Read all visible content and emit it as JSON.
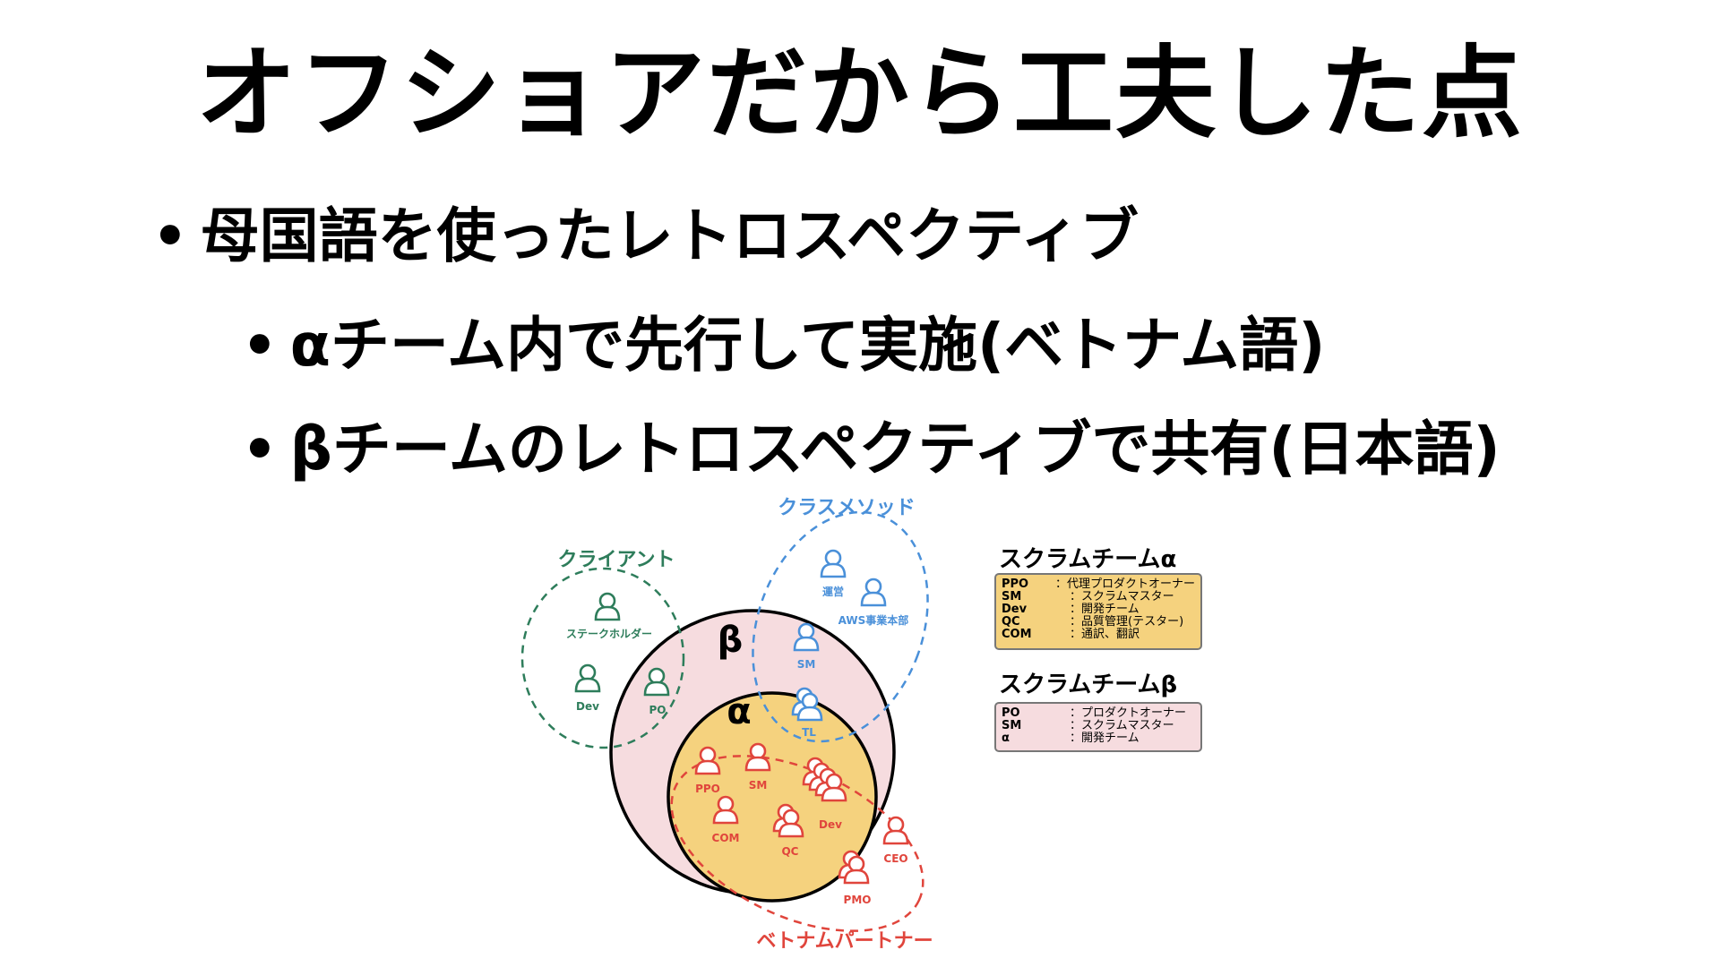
{
  "title": "オフショアだから工夫した点",
  "bullets": {
    "b1": "母国語を使ったレトロスペクティブ",
    "b2": "αチーム内で先行して実施(ベトナム語)",
    "b3": "βチームのレトロスペクティブで共有(日本語)",
    "dot": "•"
  },
  "diagram": {
    "groups": {
      "client": "クライアント",
      "class_method": "クラスメソッド",
      "vietnam_partner": "ベトナムパートナー",
      "beta": "β",
      "alpha": "α"
    },
    "people": {
      "stakeholder": "ステークホルダー",
      "client_dev": "Dev",
      "client_po": "PO",
      "unei": "運営",
      "aws": "AWS事業本部",
      "cm_sm": "SM",
      "tl": "TL",
      "ppo": "PPO",
      "vn_sm": "SM",
      "dev": "Dev",
      "com": "COM",
      "qc": "QC",
      "ceo": "CEO",
      "pmo": "PMO"
    },
    "colors": {
      "client": "#2e7d5b",
      "class_method": "#4a90d9",
      "vietnam": "#e0453c",
      "beta_fill": "#f6dcdf",
      "alpha_fill": "#f5d27e"
    }
  },
  "legend": {
    "alpha_title": "スクラムチームα",
    "alpha_rows": [
      {
        "k": "PPO",
        "v": "：代理プロダクトオーナー"
      },
      {
        "k": "SM",
        "v": "：スクラムマスター"
      },
      {
        "k": "Dev",
        "v": "：開発チーム"
      },
      {
        "k": "QC",
        "v": "：品質管理(テスター)"
      },
      {
        "k": "COM",
        "v": "：通訳、翻訳"
      }
    ],
    "beta_title": "スクラムチームβ",
    "beta_rows": [
      {
        "k": "PO",
        "v": "：プロダクトオーナー"
      },
      {
        "k": "SM",
        "v": "：スクラムマスター"
      },
      {
        "k": "α",
        "v": "：開発チーム"
      }
    ]
  }
}
